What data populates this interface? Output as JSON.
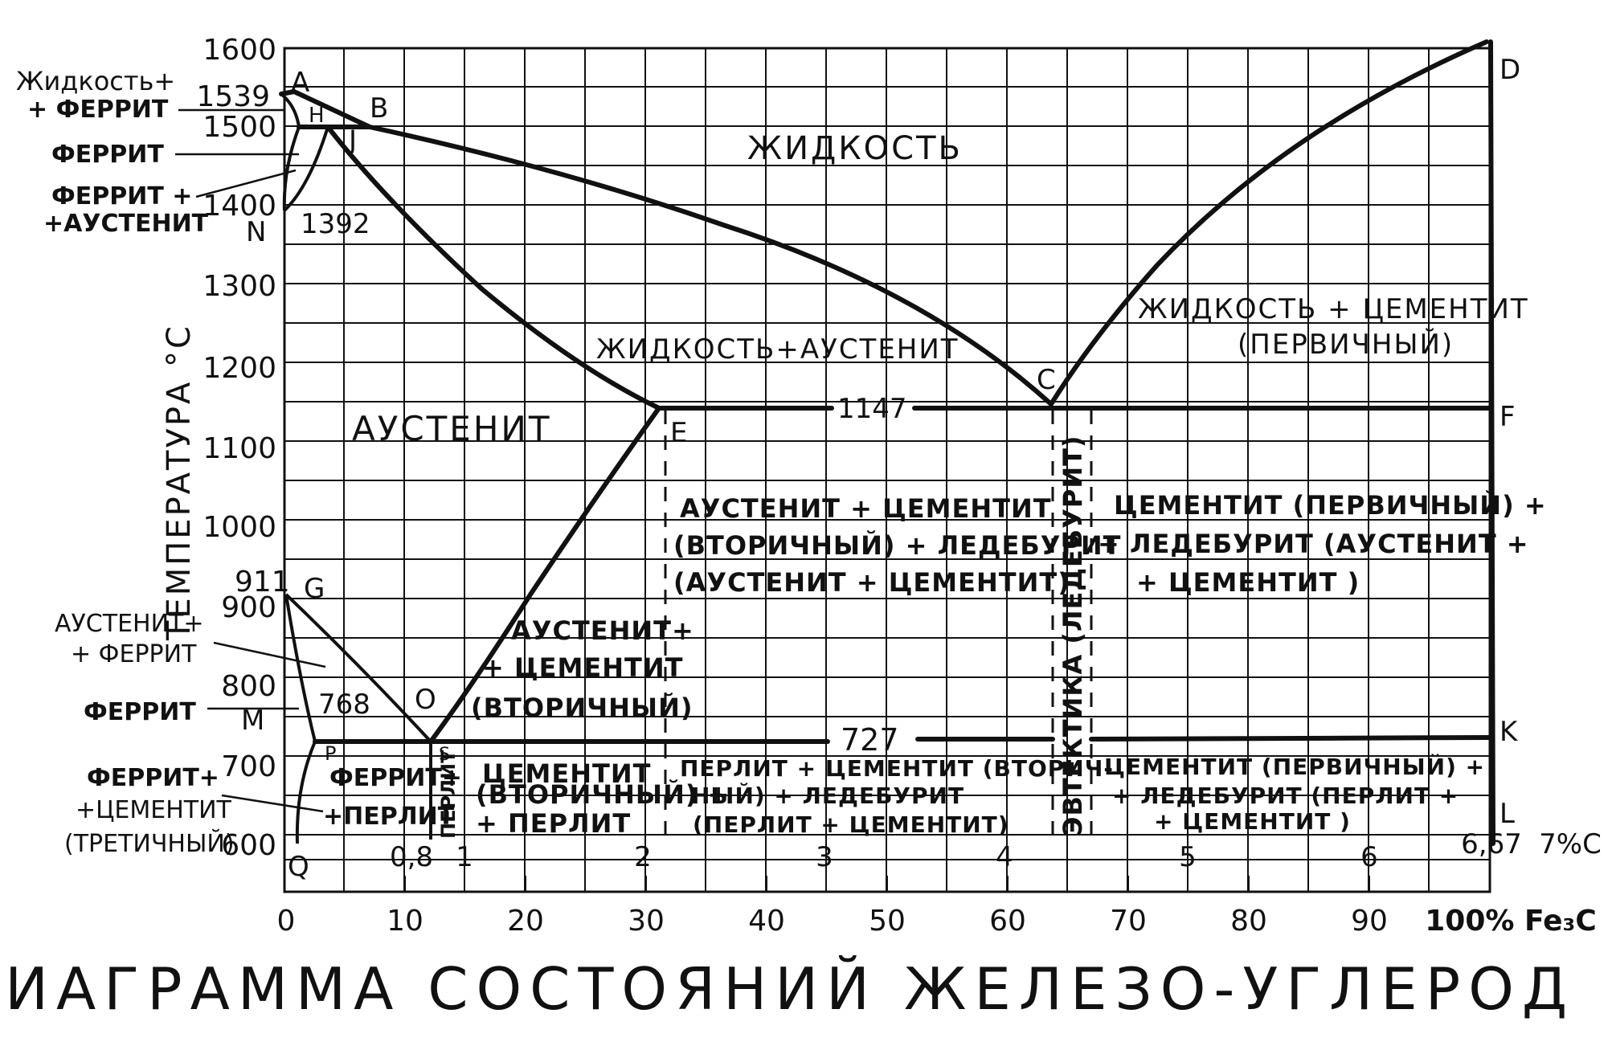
{
  "title": "ДИАГРАММА СОСТОЯНИЙ ЖЕЛЕЗО-УГЛЕРОД",
  "y_axis_label": "ТЕМПЕРАТУРА °С",
  "y_ticks": [
    "1600",
    "1500",
    "1400",
    "1300",
    "1200",
    "1100",
    "1000",
    "900",
    "800",
    "700",
    "600"
  ],
  "y_special": {
    "t1539": "1539",
    "t911": "911"
  },
  "x_carbon_ticks": [
    "0,8",
    "1",
    "2",
    "3",
    "4",
    "5",
    "6",
    "6,67",
    "7%C"
  ],
  "x_fe3c_ticks": [
    "0",
    "10",
    "20",
    "30",
    "40",
    "50",
    "60",
    "70",
    "80",
    "90",
    "100% Fe₃C"
  ],
  "points": {
    "A": "A",
    "B": "B",
    "H": "H",
    "J": "J",
    "N": "N",
    "D": "D",
    "C": "C",
    "E": "E",
    "F": "F",
    "G": "G",
    "M": "M",
    "O": "O",
    "P": "P",
    "S": "S",
    "K": "K",
    "L": "L",
    "Q": "Q"
  },
  "temps": {
    "t1392": "1392",
    "t1147": "1147",
    "t768": "768",
    "t727": "727"
  },
  "regions": {
    "liquid": "ЖИДКОСТЬ",
    "liquid_austenite": "ЖИДКОСТЬ+АУСТЕНИТ",
    "liquid_cementite_1": "ЖИДКОСТЬ + ЦЕМЕНТИТ",
    "liquid_cementite_2": "(ПЕРВИЧНЫЙ)",
    "austenite": "АУСТЕНИТ",
    "aus_cem_led_1": "АУСТЕНИТ + ЦЕМЕНТИТ",
    "aus_cem_led_2": "(ВТОРИЧНЫЙ) + ЛЕДЕБУРИТ",
    "aus_cem_led_3": "(АУСТЕНИТ + ЦЕМЕНТИТ)",
    "cem_led_1": "ЦЕМЕНТИТ (ПЕРВИЧНЫЙ) +",
    "cem_led_2": "+ ЛЕДЕБУРИТ (АУСТЕНИТ +",
    "cem_led_3": "+ ЦЕМЕНТИТ )",
    "eutectic": "ЭВТЕКТИКА (ЛЕДЕБУРИТ)",
    "aus_cem2_1": "АУСТЕНИТ+",
    "aus_cem2_2": "+ ЦЕМЕНТИТ",
    "aus_cem2_3": "(ВТОРИЧНЫЙ)",
    "ferrite_pearlite_1": "ФЕРРИТ+",
    "ferrite_pearlite_2": "+ПЕРЛИТ",
    "pearlite": "ПЕРЛИТ",
    "cem2_pearlite_1": "ЦЕМЕНТИТ",
    "cem2_pearlite_2": "(ВТОРИЧНЫЙ) +",
    "cem2_pearlite_3": "+ ПЕРЛИТ",
    "per_cem_led_1": "ПЕРЛИТ + ЦЕМЕНТИТ (ВТОРИЧ-",
    "per_cem_led_2": "НЫЙ) + ЛЕДЕБУРИТ",
    "per_cem_led_3": "(ПЕРЛИТ + ЦЕМЕНТИТ)",
    "cem1_led_per_1": "ЦЕМЕНТИТ (ПЕРВИЧНЫЙ) +",
    "cem1_led_per_2": "+ ЛЕДЕБУРИТ (ПЕРЛИТ +",
    "cem1_led_per_3": "+ ЦЕМЕНТИТ )"
  },
  "side_labels": {
    "liq_ferrite_1": "Жидкость+",
    "liq_ferrite_2": "+ ФЕРРИТ",
    "ferrite_top": "ФЕРРИТ",
    "fer_aus_1": "ФЕРРИТ +",
    "fer_aus_2": "+АУСТЕНИТ",
    "aus_fer_1": "АУСТЕНИТ+",
    "aus_fer_2": "+ ФЕРРИТ",
    "ferrite_low": "ФЕРРИТ",
    "fer_cem3_1": "ФЕРРИТ+",
    "fer_cem3_2": "+ЦЕМЕНТИТ",
    "fer_cem3_3": "(ТРЕТИЧНЫЙ)"
  }
}
